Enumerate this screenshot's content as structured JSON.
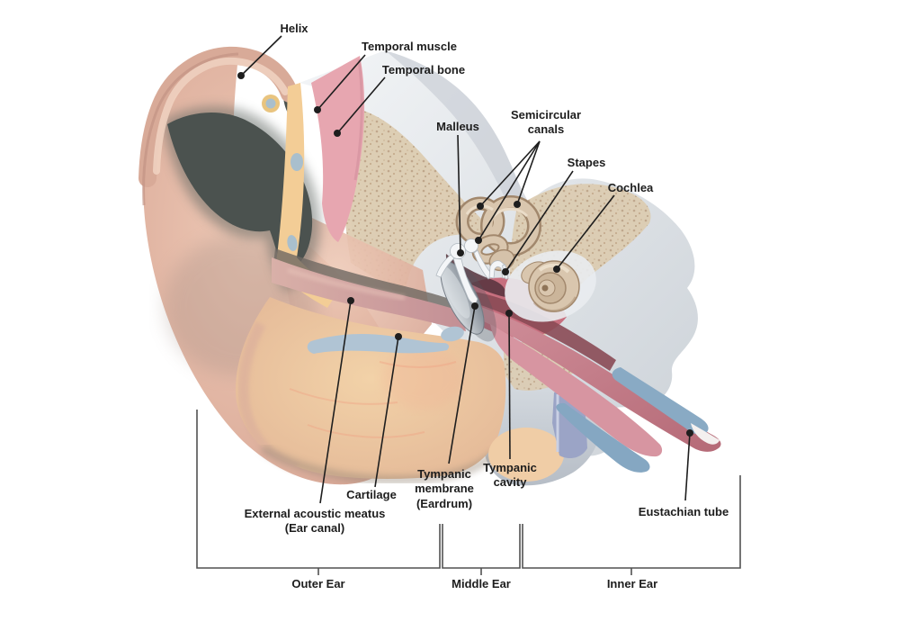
{
  "labels": {
    "helix": "Helix",
    "temporal_muscle": "Temporal muscle",
    "temporal_bone": "Temporal bone",
    "malleus": "Malleus",
    "semicircular_canals_line1": "Semicircular",
    "semicircular_canals_line2": "canals",
    "stapes": "Stapes",
    "cochlea": "Cochlea",
    "tympanic_membrane_line1": "Tympanic",
    "tympanic_membrane_line2": "membrane",
    "tympanic_membrane_line3": "(Eardrum)",
    "tympanic_cavity_line1": "Tympanic",
    "tympanic_cavity_line2": "cavity",
    "cartilage": "Cartilage",
    "external_acoustic_meatus_line1": "External acoustic meatus",
    "external_acoustic_meatus_line2": "(Ear canal)",
    "eustachian_tube": "Eustachian tube"
  },
  "regions": {
    "outer_ear": "Outer Ear",
    "middle_ear": "Middle Ear",
    "inner_ear": "Inner Ear"
  },
  "colors": {
    "background": "#ffffff",
    "label_ink": "#1d1d1d",
    "leader_line": "#1e1e1e",
    "bracket_line": "#515151",
    "skin": "#e7c2ae",
    "fat_layer": "#f3cd96",
    "muscle": "#e7a6b0",
    "bone": "#e9edf0",
    "spongy_bone": "#dccbaf",
    "cartilage": "#afc3d4",
    "inner_ear_bone": "#d9c6ae",
    "tympanic_cavity": "#c76f7e",
    "eustachian_tube": "#cd8691",
    "eardrum": "#8d959e"
  }
}
